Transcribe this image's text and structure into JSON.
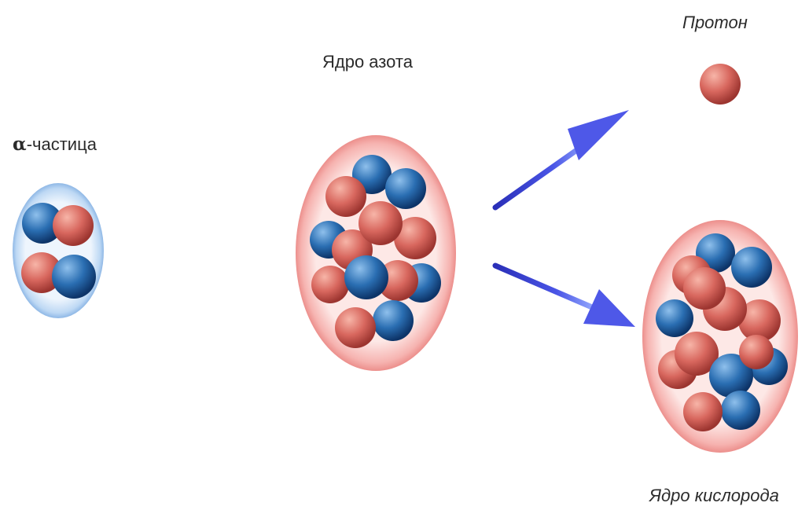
{
  "labels": {
    "alpha_symbol": "α",
    "alpha_text": "-частица",
    "nitrogen": "Ядро азота",
    "proton": "Протон",
    "oxygen": "Ядро кислорода"
  },
  "colors": {
    "proton": "#c9544e",
    "neutron": "#1f5f9e",
    "nucleus_shell": "#f4a7a7",
    "alpha_shell": "#aecdf0",
    "arrow": "#3a3fd6"
  }
}
